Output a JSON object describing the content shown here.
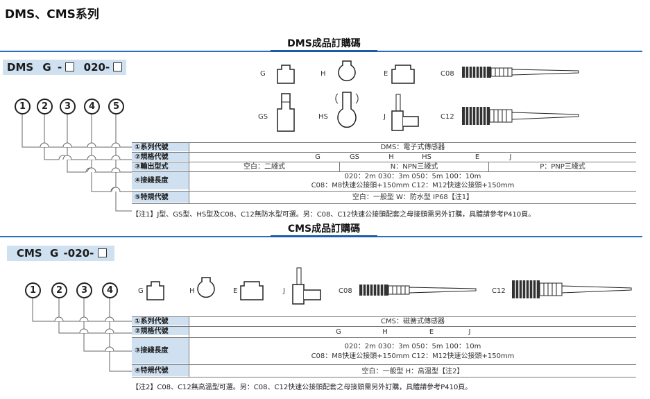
{
  "page_title": "DMS、CMS系列",
  "dms": {
    "section_title": "DMS成品訂購碼",
    "code_parts": [
      "DMS",
      "G",
      "-",
      "020-"
    ],
    "positions": [
      "1",
      "2",
      "3",
      "4",
      "5"
    ],
    "icon_labels": [
      "G",
      "H",
      "E",
      "C08",
      "GS",
      "HS",
      "J",
      "C12"
    ],
    "rows": [
      {
        "label": "①系列代號",
        "values": [
          "DMS：電子式傳感器"
        ]
      },
      {
        "label": "②規格代號",
        "values": [
          "G",
          "GS",
          "H",
          "HS",
          "E",
          "J"
        ]
      },
      {
        "label": "③輸出型式",
        "values": [
          "空白：二綫式",
          "N：NPN三綫式",
          "P：PNP三綫式"
        ]
      },
      {
        "label": "④接綫長度",
        "values": [
          "020：2m    030：3m    050：5m    100：10m",
          "C08：M8快速公接頭+150mm  C12：M12快速公接頭+150mm"
        ]
      },
      {
        "label": "⑤特規代號",
        "values": [
          "空白：一般型      W：防水型  IP68【注1】"
        ]
      }
    ],
    "note": "【注1】J型、GS型、HS型及C08、C12無防水型可選。另：C08、C12快速公接頭配套之母接頭需另外訂購，具體請參考P410頁。"
  },
  "cms": {
    "section_title": "CMS成品訂購碼",
    "code_parts": [
      "CMS",
      "G",
      "-",
      "020-"
    ],
    "positions": [
      "1",
      "2",
      "3",
      "4"
    ],
    "icon_labels": [
      "G",
      "H",
      "E",
      "J",
      "C08",
      "C12"
    ],
    "rows": [
      {
        "label": "①系列代號",
        "values": [
          "CMS：磁簧式傳感器"
        ]
      },
      {
        "label": "②規格代號",
        "values": [
          "G",
          "H",
          "E",
          "J"
        ]
      },
      {
        "label": "③接綫長度",
        "values": [
          "020：2m    030：3m    050：5m    100：10m",
          "C08：M8快速公接頭+150mm     C12：M12快速公接頭+150mm"
        ]
      },
      {
        "label": "④特規代號",
        "values": [
          "空白：一般型      H：高溫型【注2】"
        ]
      }
    ],
    "note": "【注2】C08、C12無高溫型可選。另：C08、C12快速公接頭配套之母接頭需另外訂購，具體請參考P410頁。"
  },
  "colors": {
    "accent": "#2a6fbf",
    "label_bg": "#cfe0f0"
  }
}
